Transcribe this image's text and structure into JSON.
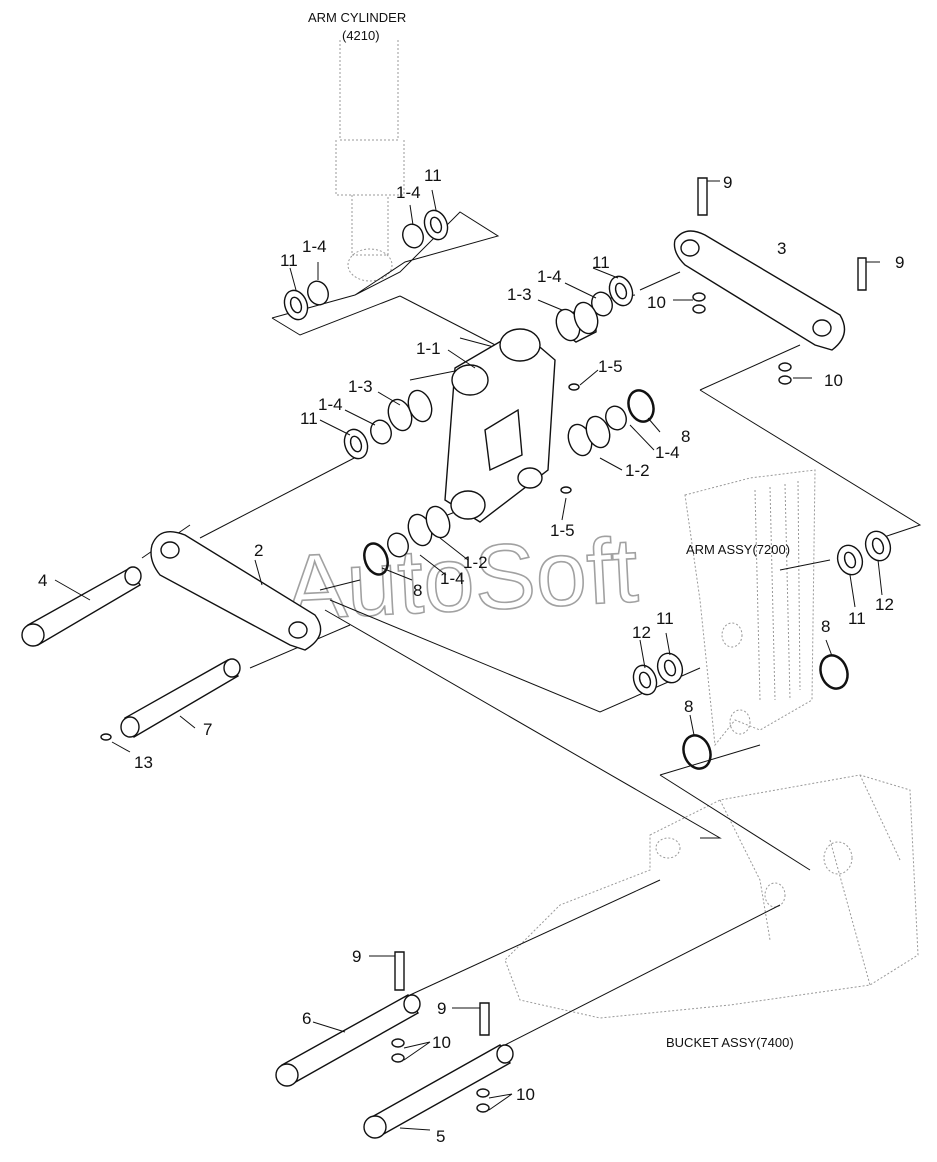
{
  "captions": {
    "arm_cylinder": "ARM CYLINDER",
    "arm_cylinder_code": "(4210)",
    "arm_assy": "ARM ASSY(7200)",
    "bucket_assy": "BUCKET ASSY(7400)"
  },
  "watermark": "AutoSoft",
  "callouts": {
    "c11a": "11",
    "c14a": "1-4",
    "c11b": "11",
    "c14b": "1-4",
    "c9a": "9",
    "c3": "3",
    "c9b": "9",
    "c10a": "10",
    "c10b": "10",
    "c11c": "11",
    "c14c": "1-4",
    "c13a": "1-3",
    "c11": "1-1",
    "c15a": "1-5",
    "c13b": "1-3",
    "c14d": "1-4",
    "c11d": "11",
    "c8a": "8",
    "c14e": "1-4",
    "c12a": "1-2",
    "c15b": "1-5",
    "c2": "2",
    "c4": "4",
    "c8b": "8",
    "c12b": "1-2",
    "c14f": "1-4",
    "c12c": "12",
    "c11e": "11",
    "c11f": "11",
    "c12d": "12",
    "c8c": "8",
    "c8d": "8",
    "c7": "7",
    "c13": "13",
    "c9c": "9",
    "c6": "6",
    "c10c": "10",
    "c9d": "9",
    "c10d": "10",
    "c5": "5"
  }
}
